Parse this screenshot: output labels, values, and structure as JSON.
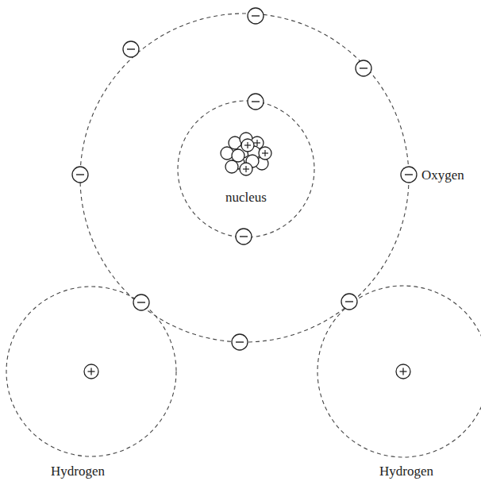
{
  "diagram": {
    "labels": [
      "Oxygen",
      "nucleus",
      "Hydrogen",
      "Hydrogen"
    ]
  }
}
